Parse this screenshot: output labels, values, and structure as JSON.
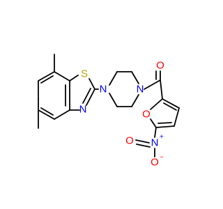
{
  "structure": {
    "atom_labels": {
      "sulfur": "S",
      "thiazole_nitrogen": "N",
      "piperazine_n_left": "N",
      "piperazine_n_right": "N",
      "carbonyl_oxygen": "O",
      "furan_oxygen": "O",
      "nitro_nitrogen": "N",
      "nitro_nitrogen_charge": "+",
      "nitro_oxygen_bottom": "O",
      "nitro_oxygen_bottom_charge": "−",
      "nitro_oxygen_left": "O"
    },
    "colors": {
      "bond": "#000000",
      "sulfur": "#b8a400",
      "nitrogen": "#0000ff",
      "oxygen": "#ff0000",
      "background": "#ffffff"
    }
  }
}
